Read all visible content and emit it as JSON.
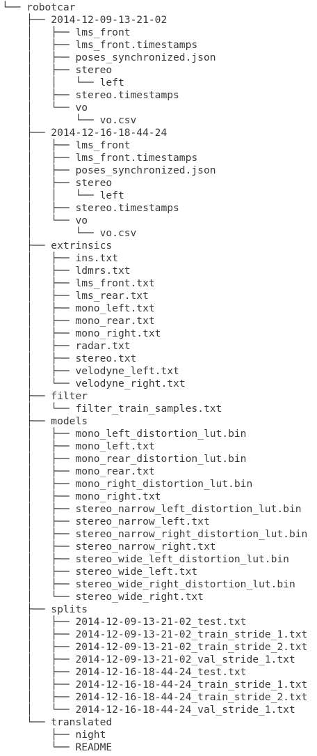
{
  "tree": {
    "lines": [
      {
        "prefix": "└── ",
        "name": "robotcar"
      },
      {
        "prefix": "    ├── ",
        "name": "2014-12-09-13-21-02"
      },
      {
        "prefix": "    │   ├── ",
        "name": "lms_front"
      },
      {
        "prefix": "    │   ├── ",
        "name": "lms_front.timestamps"
      },
      {
        "prefix": "    │   ├── ",
        "name": "poses_synchronized.json"
      },
      {
        "prefix": "    │   ├── ",
        "name": "stereo"
      },
      {
        "prefix": "    │   │   └── ",
        "name": "left"
      },
      {
        "prefix": "    │   ├── ",
        "name": "stereo.timestamps"
      },
      {
        "prefix": "    │   └── ",
        "name": "vo"
      },
      {
        "prefix": "    │       └── ",
        "name": "vo.csv"
      },
      {
        "prefix": "    ├── ",
        "name": "2014-12-16-18-44-24"
      },
      {
        "prefix": "    │   ├── ",
        "name": "lms_front"
      },
      {
        "prefix": "    │   ├── ",
        "name": "lms_front.timestamps"
      },
      {
        "prefix": "    │   ├── ",
        "name": "poses_synchronized.json"
      },
      {
        "prefix": "    │   ├── ",
        "name": "stereo"
      },
      {
        "prefix": "    │   │   └── ",
        "name": "left"
      },
      {
        "prefix": "    │   ├── ",
        "name": "stereo.timestamps"
      },
      {
        "prefix": "    │   └── ",
        "name": "vo"
      },
      {
        "prefix": "    │       └── ",
        "name": "vo.csv"
      },
      {
        "prefix": "    ├── ",
        "name": "extrinsics"
      },
      {
        "prefix": "    │   ├── ",
        "name": "ins.txt"
      },
      {
        "prefix": "    │   ├── ",
        "name": "ldmrs.txt"
      },
      {
        "prefix": "    │   ├── ",
        "name": "lms_front.txt"
      },
      {
        "prefix": "    │   ├── ",
        "name": "lms_rear.txt"
      },
      {
        "prefix": "    │   ├── ",
        "name": "mono_left.txt"
      },
      {
        "prefix": "    │   ├── ",
        "name": "mono_rear.txt"
      },
      {
        "prefix": "    │   ├── ",
        "name": "mono_right.txt"
      },
      {
        "prefix": "    │   ├── ",
        "name": "radar.txt"
      },
      {
        "prefix": "    │   ├── ",
        "name": "stereo.txt"
      },
      {
        "prefix": "    │   ├── ",
        "name": "velodyne_left.txt"
      },
      {
        "prefix": "    │   └── ",
        "name": "velodyne_right.txt"
      },
      {
        "prefix": "    ├── ",
        "name": "filter"
      },
      {
        "prefix": "    │   └── ",
        "name": "filter_train_samples.txt"
      },
      {
        "prefix": "    ├── ",
        "name": "models"
      },
      {
        "prefix": "    │   ├── ",
        "name": "mono_left_distortion_lut.bin"
      },
      {
        "prefix": "    │   ├── ",
        "name": "mono_left.txt"
      },
      {
        "prefix": "    │   ├── ",
        "name": "mono_rear_distortion_lut.bin"
      },
      {
        "prefix": "    │   ├── ",
        "name": "mono_rear.txt"
      },
      {
        "prefix": "    │   ├── ",
        "name": "mono_right_distortion_lut.bin"
      },
      {
        "prefix": "    │   ├── ",
        "name": "mono_right.txt"
      },
      {
        "prefix": "    │   ├── ",
        "name": "stereo_narrow_left_distortion_lut.bin"
      },
      {
        "prefix": "    │   ├── ",
        "name": "stereo_narrow_left.txt"
      },
      {
        "prefix": "    │   ├── ",
        "name": "stereo_narrow_right_distortion_lut.bin"
      },
      {
        "prefix": "    │   ├── ",
        "name": "stereo_narrow_right.txt"
      },
      {
        "prefix": "    │   ├── ",
        "name": "stereo_wide_left_distortion_lut.bin"
      },
      {
        "prefix": "    │   ├── ",
        "name": "stereo_wide_left.txt"
      },
      {
        "prefix": "    │   ├── ",
        "name": "stereo_wide_right_distortion_lut.bin"
      },
      {
        "prefix": "    │   └── ",
        "name": "stereo_wide_right.txt"
      },
      {
        "prefix": "    ├── ",
        "name": "splits"
      },
      {
        "prefix": "    │   ├── ",
        "name": "2014-12-09-13-21-02_test.txt"
      },
      {
        "prefix": "    │   ├── ",
        "name": "2014-12-09-13-21-02_train_stride_1.txt"
      },
      {
        "prefix": "    │   ├── ",
        "name": "2014-12-09-13-21-02_train_stride_2.txt"
      },
      {
        "prefix": "    │   ├── ",
        "name": "2014-12-09-13-21-02_val_stride_1.txt"
      },
      {
        "prefix": "    │   ├── ",
        "name": "2014-12-16-18-44-24_test.txt"
      },
      {
        "prefix": "    │   ├── ",
        "name": "2014-12-16-18-44-24_train_stride_1.txt"
      },
      {
        "prefix": "    │   ├── ",
        "name": "2014-12-16-18-44-24_train_stride_2.txt"
      },
      {
        "prefix": "    │   └── ",
        "name": "2014-12-16-18-44-24_val_stride_1.txt"
      },
      {
        "prefix": "    └── ",
        "name": "translated"
      },
      {
        "prefix": "        ├── ",
        "name": "night"
      },
      {
        "prefix": "        └── ",
        "name": "README"
      }
    ]
  }
}
